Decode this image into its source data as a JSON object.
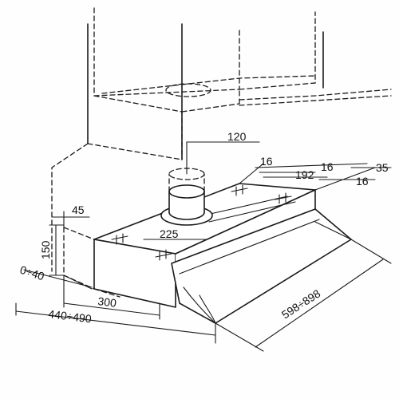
{
  "dimensions": {
    "d120": "120",
    "d16a": "16",
    "d192": "192",
    "d16b": "16",
    "d35": "35",
    "d16c": "16",
    "d45": "45",
    "d225": "225",
    "d150": "150",
    "d0_40": "0÷40",
    "d300": "300",
    "d440_490": "440÷490",
    "d598_898": "598÷898"
  }
}
